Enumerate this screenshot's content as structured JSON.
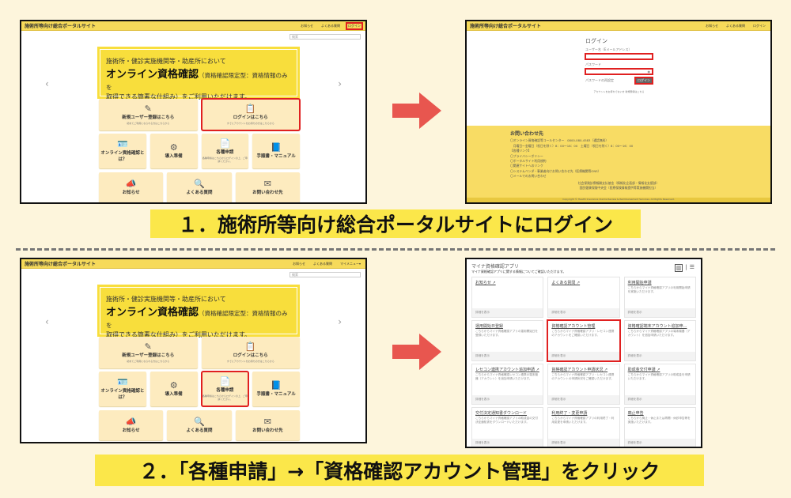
{
  "portal": {
    "site_title": "施術所等向け総合ポータルサイト",
    "header_links": [
      "お知らせ",
      "よくある質問",
      "ログイン"
    ],
    "header_links_2": [
      "お知らせ",
      "よくある質問",
      "マイメニュー▾"
    ],
    "search_placeholder": "検索",
    "banner": {
      "line1": "施術所・健診実施機関等・助産所において",
      "big": "オンライン資格確認",
      "paren": "（資格確認限定型：資格情報のみを",
      "line3": "取得できる簡素な仕組み）をご利用いただけます。"
    },
    "row1": [
      {
        "icon": "✎",
        "label": "新規ユーザー登録はこちら",
        "sub": "初めてご利用になられる方はこちらから"
      },
      {
        "icon": "📋",
        "label": "ログインはこちら",
        "sub": "すでにアカウントをお持ちの方はこちらから"
      }
    ],
    "row2": [
      {
        "icon": "🪪",
        "label": "オンライン資格確認とは？",
        "sub": ""
      },
      {
        "icon": "⚙",
        "label": "導入準備",
        "sub": ""
      },
      {
        "icon": "📄",
        "label": "各種申請",
        "sub": "各種申請はこちらからログインの上、ご申請ください。"
      },
      {
        "icon": "📘",
        "label": "手順書・マニュアル",
        "sub": ""
      }
    ],
    "row3": [
      {
        "icon": "📣",
        "label": "お知らせ",
        "sub": ""
      },
      {
        "icon": "🔍",
        "label": "よくある質問",
        "sub": ""
      },
      {
        "icon": "✉",
        "label": "お問い合わせ先",
        "sub": ""
      }
    ]
  },
  "login": {
    "title": "ログイン",
    "user_label": "ユーザー名（Eメールアドレス）",
    "password_label": "パスワード",
    "reset_link": "パスワードの再設定",
    "login_button": "ログイン",
    "signup_text": "アカウントをお持ちでない方 新規登録はこちら",
    "footer": {
      "title": "お問い合わせ先",
      "lines": [
        "〇オンライン資格確認等コールセンター　0800-080-4583（通話無料）",
        "　月曜日〜金曜日（祝日を除く）8：00〜18：00　土曜日（祝日を除く）8：00〜16：00",
        "【各種リンク】",
        "〇プライバシーポリシー",
        "〇ポータルサイト利用規約",
        "〇関連サイトへのリンク",
        "〇システムベンダ・事業者向けお問い合わせ先（医療機関等ONS）",
        "〇メールでのお問い合わせ"
      ],
      "org": [
        "社会保険診療報酬支払基金（情報化企画部・情報化支援部）",
        "国民健康保険中央会（医療保険情報提供等実施機関担当）"
      ],
      "copyright": "Copyright © Health Insurance Claims Review & Reimbursement Services. All Rights Reserved."
    }
  },
  "app": {
    "title": "マイナ資格確認アプリ",
    "subtitle": "マイナ資格確認アプリに関する情報についてご確認いただけます。",
    "detail": "詳細を表示",
    "cards": [
      {
        "title": "お知らせ ↗",
        "desc": ""
      },
      {
        "title": "よくある質問 ↗",
        "desc": ""
      },
      {
        "title": "利用開始申請",
        "desc": "こちらからマイナ資格確認アプリの利用開始申請を実施いただけます。"
      },
      {
        "title": "運用開始日登録",
        "desc": "こちらからマイナ資格確認アプリの運用開始日を登録いただけます。"
      },
      {
        "title": "資格確認アカウント管理",
        "desc": "こちらからマイナ資格確認アプリ・レセコン連携のアカウントをご確認いただけます。"
      },
      {
        "title": "資格確認端末アカウント追加申...",
        "desc": "こちらからマイナ資格確認アプリの端末機器（アカウント）を追加申請いただけます。"
      },
      {
        "title": "レセコン連携アカウント追加申請 ↗",
        "desc": "こちらからマイナ資格確認レセコン連携の端末機器（アカウント）を追加申請いただけます。"
      },
      {
        "title": "資格確認アカウント申請状況 ↗",
        "desc": "こちらからマイナ資格確認アプリ・レセコン連携のアカウントの申請状況をご確認いただけます。"
      },
      {
        "title": "助成金交付申請 ↗",
        "desc": "こちらからマイナ資格確認アプリの助成金を申請いただけます。"
      },
      {
        "title": "交付決定通知書ダウンロード",
        "desc": "こちらからマイナ資格確認アプリの助成金の交付決定通知書をダウンロードいただけます。"
      },
      {
        "title": "利用終了・変更申請",
        "desc": "こちらからマイナ資格確認アプリの利用終了・利用変更を申請いただけます。"
      },
      {
        "title": "廃止申告",
        "desc": "こちらから廃止・休止または再開・休診申告等を実施いただけます。"
      }
    ]
  },
  "captions": {
    "step1": "１．施術所等向け総合ポータルサイトにログイン",
    "step2": "２．「各種申請」→「資格確認アカウント管理」をクリック"
  },
  "colors": {
    "highlight": "#e02020",
    "arrow": "#e8564f",
    "caption_bg": "#fbe74a"
  }
}
